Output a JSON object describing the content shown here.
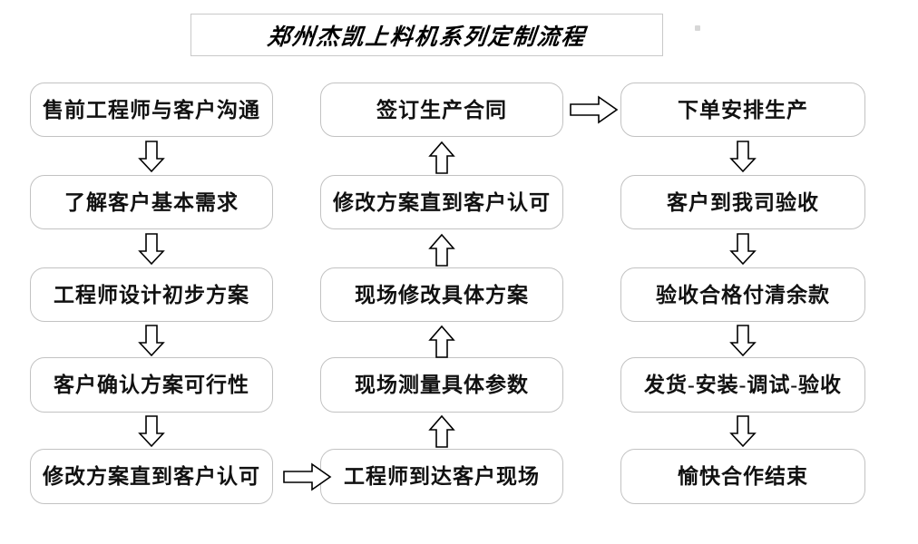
{
  "title": {
    "text": "郑州杰凯上料机系列定制流程"
  },
  "columns": {
    "left": {
      "name": "pre-sales-column",
      "nodes": [
        {
          "id": "node-l1",
          "label": "售前工程师与客户沟通"
        },
        {
          "id": "node-l2",
          "label": "了解客户基本需求"
        },
        {
          "id": "node-l3",
          "label": "工程师设计初步方案"
        },
        {
          "id": "node-l4",
          "label": "客户确认方案可行性"
        },
        {
          "id": "node-l5",
          "label": "修改方案直到客户认可"
        }
      ]
    },
    "middle": {
      "name": "on-site-column",
      "nodes": [
        {
          "id": "node-m1",
          "label": "签订生产合同"
        },
        {
          "id": "node-m2",
          "label": "修改方案直到客户认可"
        },
        {
          "id": "node-m3",
          "label": "现场修改具体方案"
        },
        {
          "id": "node-m4",
          "label": "现场测量具体参数"
        },
        {
          "id": "node-m5",
          "label": "工程师到达客户现场"
        }
      ]
    },
    "right": {
      "name": "production-column",
      "nodes": [
        {
          "id": "node-r1",
          "label": "下单安排生产"
        },
        {
          "id": "node-r2",
          "label": "客户到我司验收"
        },
        {
          "id": "node-r3",
          "label": "验收合格付清余款"
        },
        {
          "id": "node-r4",
          "label": "发货-安装-调试-验收"
        },
        {
          "id": "node-r5",
          "label": "愉快合作结束"
        }
      ]
    }
  },
  "connectors": [
    {
      "id": "arrow-l1-l2",
      "direction": "down",
      "from": "node-l1",
      "to": "node-l2"
    },
    {
      "id": "arrow-l2-l3",
      "direction": "down",
      "from": "node-l2",
      "to": "node-l3"
    },
    {
      "id": "arrow-l3-l4",
      "direction": "down",
      "from": "node-l3",
      "to": "node-l4"
    },
    {
      "id": "arrow-l4-l5",
      "direction": "down",
      "from": "node-l4",
      "to": "node-l5"
    },
    {
      "id": "arrow-l5-m5",
      "direction": "right",
      "from": "node-l5",
      "to": "node-m5"
    },
    {
      "id": "arrow-m5-m4",
      "direction": "up",
      "from": "node-m5",
      "to": "node-m4"
    },
    {
      "id": "arrow-m4-m3",
      "direction": "up",
      "from": "node-m4",
      "to": "node-m3"
    },
    {
      "id": "arrow-m3-m2",
      "direction": "up",
      "from": "node-m3",
      "to": "node-m2"
    },
    {
      "id": "arrow-m2-m1",
      "direction": "up",
      "from": "node-m2",
      "to": "node-m1"
    },
    {
      "id": "arrow-m1-r1",
      "direction": "right",
      "from": "node-m1",
      "to": "node-r1"
    },
    {
      "id": "arrow-r1-r2",
      "direction": "down",
      "from": "node-r1",
      "to": "node-r2"
    },
    {
      "id": "arrow-r2-r3",
      "direction": "down",
      "from": "node-r2",
      "to": "node-r3"
    },
    {
      "id": "arrow-r3-r4",
      "direction": "down",
      "from": "node-r3",
      "to": "node-r4"
    },
    {
      "id": "arrow-r4-r5",
      "direction": "down",
      "from": "node-r4",
      "to": "node-r5"
    }
  ],
  "colors": {
    "node_border": "#c2c2c2",
    "title_border": "#c9c9c9",
    "text": "#111111",
    "arrow_stroke": "#000000",
    "arrow_fill": "#ffffff",
    "background": "#ffffff"
  }
}
